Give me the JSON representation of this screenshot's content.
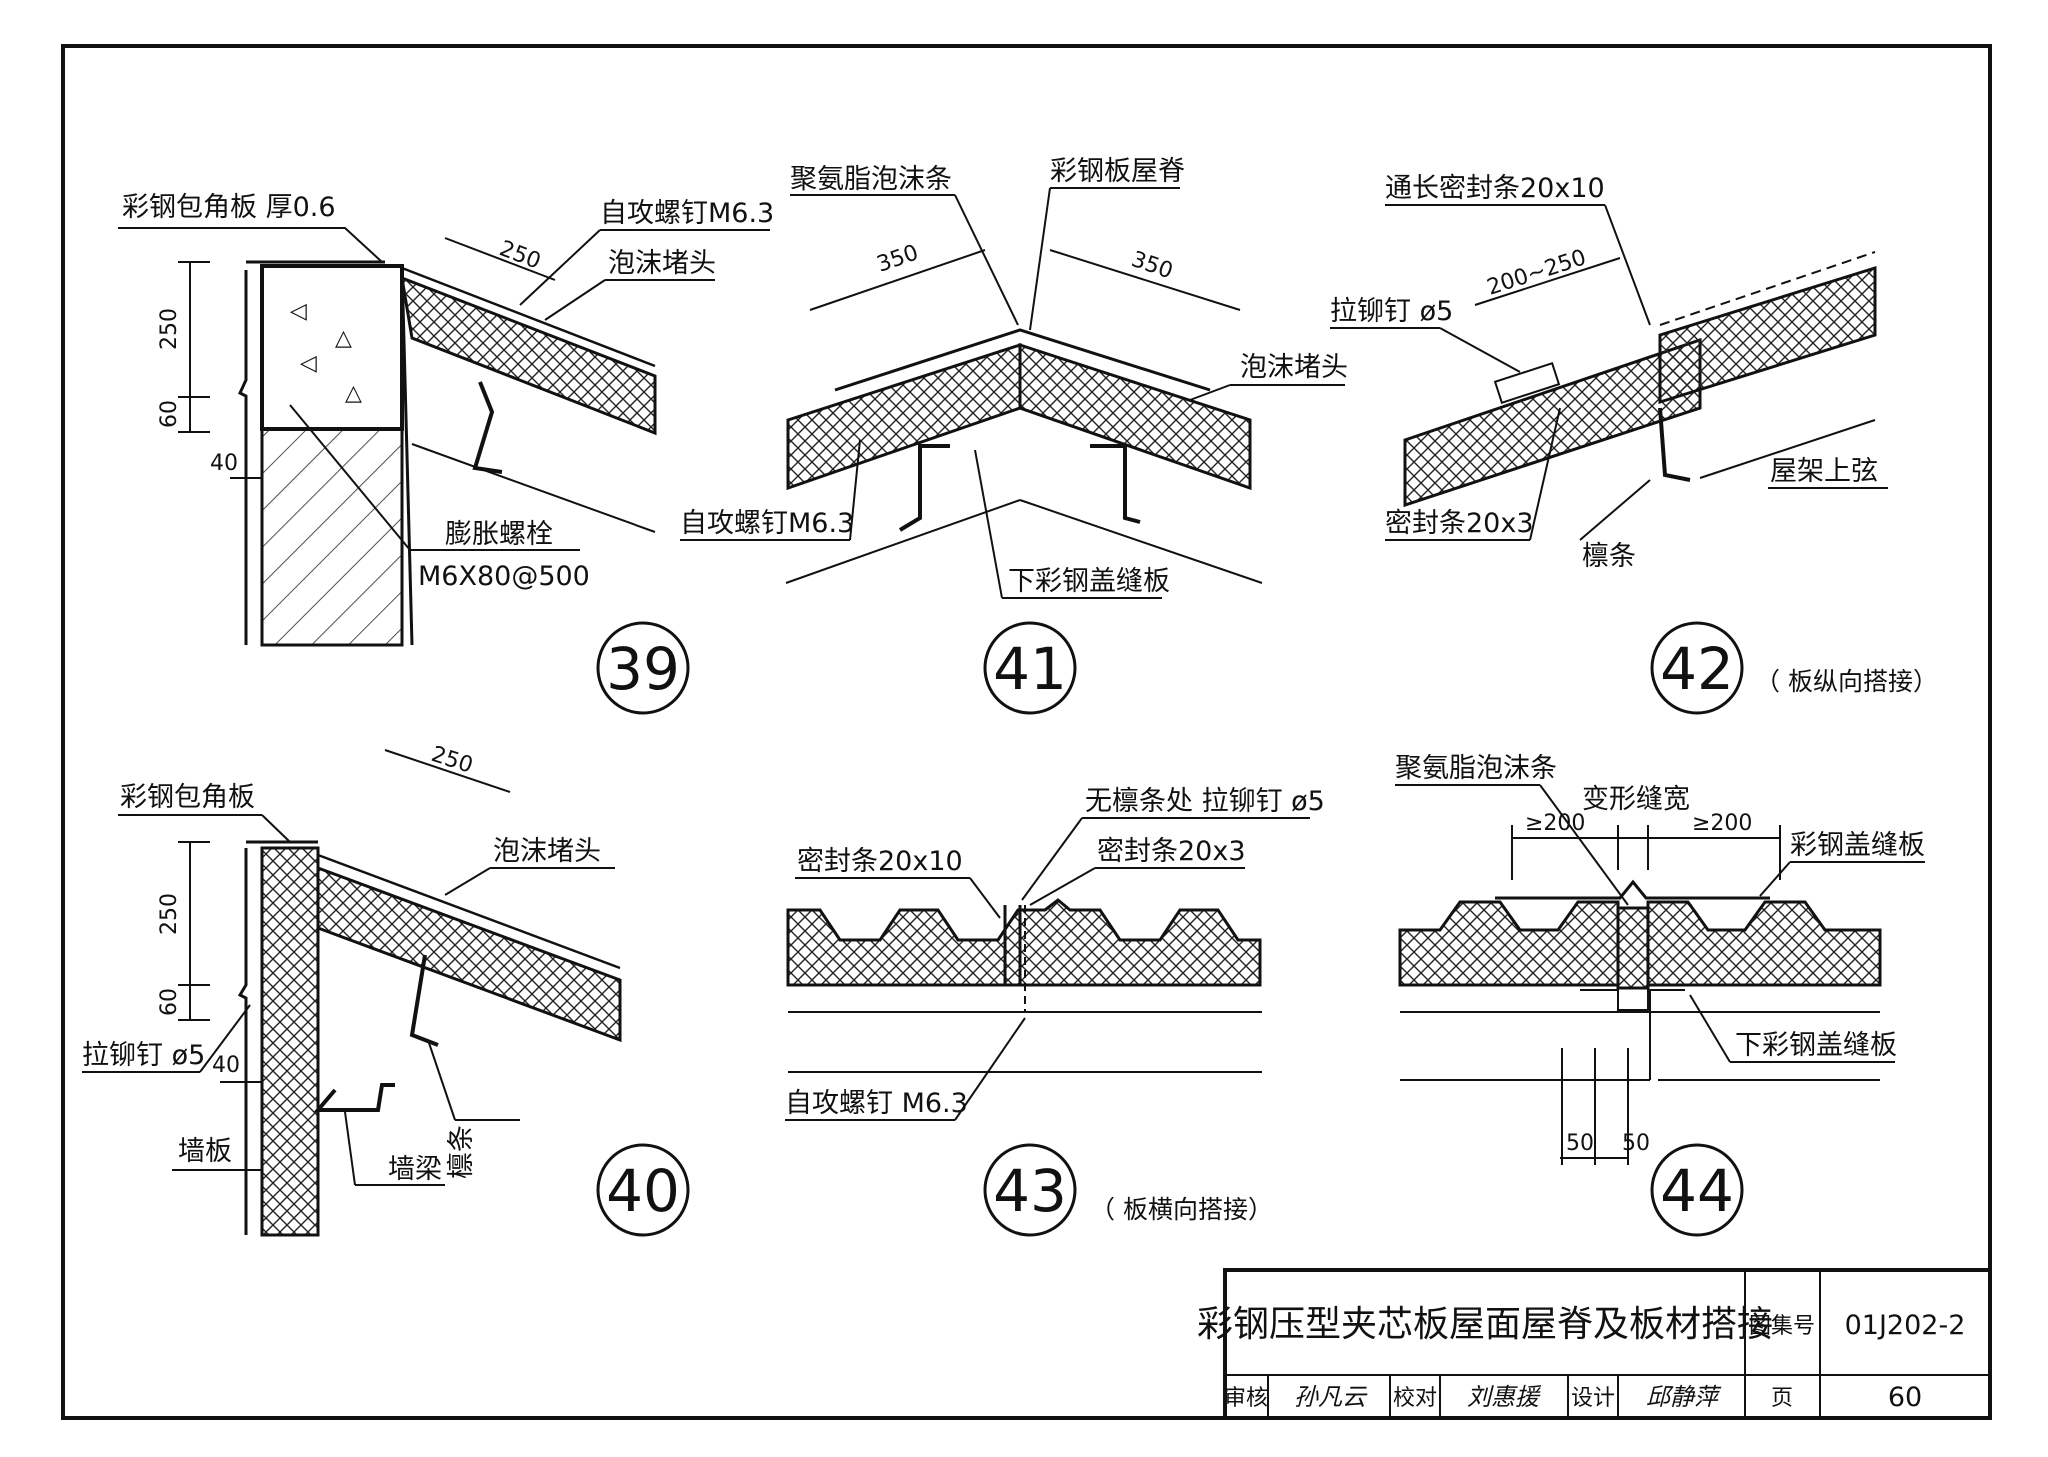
{
  "details": {
    "d39": {
      "number": "39",
      "labels": {
        "corner_plate": "彩钢包角板 厚0.6",
        "screw": "自攻螺钉M6.3",
        "foam_plug": "泡沫堵头",
        "bolt": "膨胀螺栓",
        "bolt_spec": "M6X80@500"
      },
      "dims": {
        "d250_top": "250",
        "d250_side": "250",
        "d60": "60",
        "d40": "40"
      }
    },
    "d40": {
      "number": "40",
      "labels": {
        "corner_plate": "彩钢包角板",
        "foam_plug": "泡沫堵头",
        "rivet": "拉铆钉 ø5",
        "wall_panel": "墙板",
        "wall_beam": "墙梁",
        "purlin": "檩条"
      },
      "dims": {
        "d250_top": "250",
        "d250_side": "250",
        "d60": "60",
        "d40": "40"
      }
    },
    "d41": {
      "number": "41",
      "labels": {
        "pu_strip": "聚氨脂泡沫条",
        "ridge": "彩钢板屋脊",
        "foam_plug": "泡沫堵头",
        "screw": "自攻螺钉M6.3",
        "lower_cover": "下彩钢盖缝板"
      },
      "dims": {
        "d350_left": "350",
        "d350_right": "350"
      }
    },
    "d42": {
      "number": "42",
      "note": "（ 板纵向搭接）",
      "labels": {
        "long_seal": "通长密封条20x10",
        "rivet": "拉铆钉 ø5",
        "truss": "屋架上弦",
        "seal": "密封条20x3",
        "purlin": "檩条"
      },
      "dims": {
        "overlap": "200~250"
      }
    },
    "d43": {
      "number": "43",
      "note": "（ 板横向搭接）",
      "labels": {
        "rivet_no_purlin": "无檩条处 拉铆钉 ø5",
        "seal_20x10": "密封条20x10",
        "seal_20x3": "密封条20x3",
        "screw": "自攻螺钉 M6.3"
      }
    },
    "d44": {
      "number": "44",
      "labels": {
        "pu_strip": "聚氨脂泡沫条",
        "joint_width": "变形缝宽",
        "cover_plate": "彩钢盖缝板",
        "lower_cover": "下彩钢盖缝板"
      },
      "dims": {
        "ge200_left": "≥200",
        "ge200_right": "≥200",
        "d50_left": "50",
        "d50_right": "50"
      }
    }
  },
  "title_block": {
    "title": "彩钢压型夹芯板屋面屋脊及板材搭接",
    "atlas_label": "图集号",
    "atlas_no": "01J202-2",
    "review_label": "审核",
    "reviewer": "孙凡云",
    "check_label": "校对",
    "checker": "刘惠援",
    "design_label": "设计",
    "designer": "邱静萍",
    "page_label": "页",
    "page_no": "60"
  }
}
